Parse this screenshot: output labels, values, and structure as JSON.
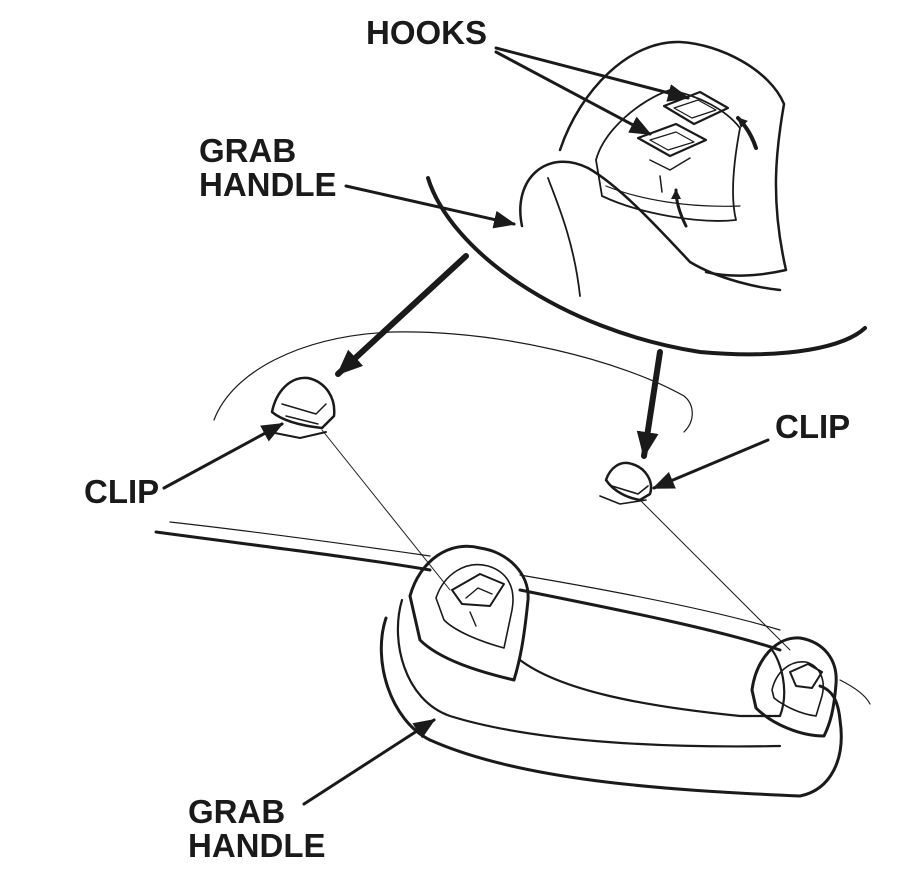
{
  "labels": {
    "hooks": "HOOKS",
    "grab_handle_top": [
      "GRAB",
      "HANDLE"
    ],
    "clip_left": "CLIP",
    "clip_right": "CLIP",
    "grab_handle_bottom": [
      "GRAB",
      "HANDLE"
    ]
  },
  "colors": {
    "ink": "#1a1a1a",
    "background": "#ffffff"
  }
}
